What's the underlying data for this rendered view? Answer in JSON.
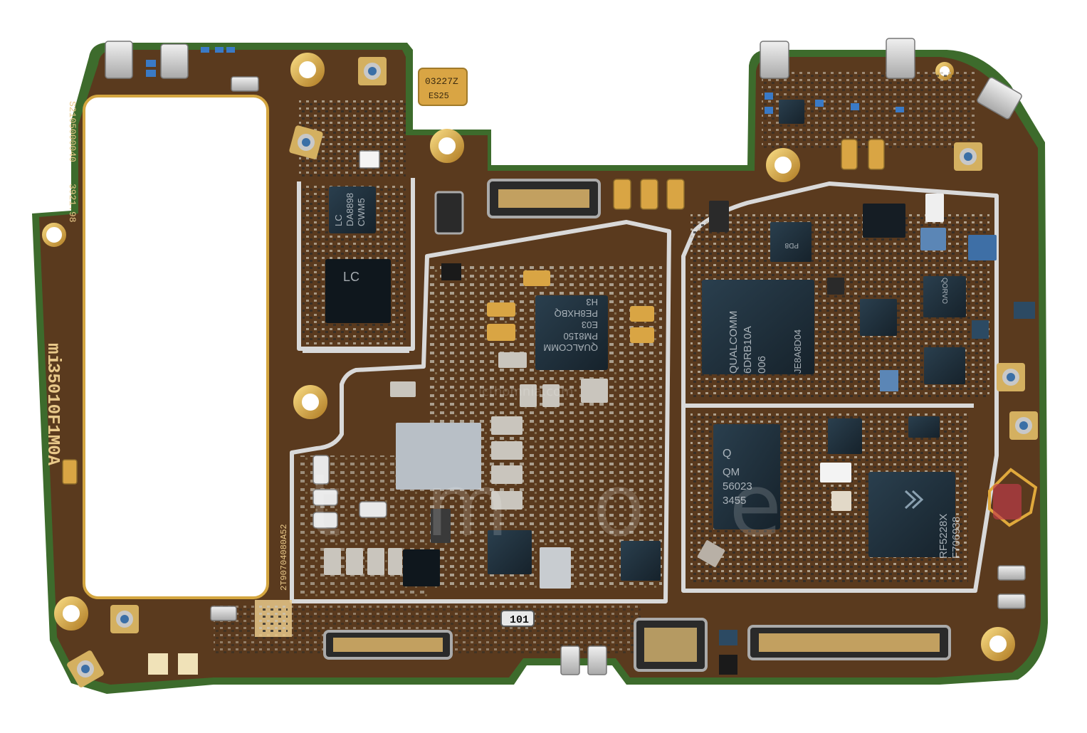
{
  "colors": {
    "board": "#5a3a1e",
    "board_edge": "#3d6b2c",
    "shield": "#d9d9d9",
    "chip": "#1f2f3b",
    "gold": "#d4a640",
    "silk": "#e9c98a"
  },
  "silkscreen": {
    "brand": "mi",
    "model_code": "35010F1M0A",
    "serial_left": "S2105000040",
    "date_code": "3921.98",
    "lot_code": "2T90704080A52",
    "resistor_mark": "101",
    "crystal_mark": "03227Z",
    "crystal_sub": "ES25"
  },
  "chips": {
    "soc": {
      "lines": [
        "QUALCOMM",
        "PM8150",
        "E03",
        "PE8HXBQ",
        "H3"
      ]
    },
    "modem": {
      "lines": [
        "QUALCOMM",
        "6DRB10A",
        "JE8A8D04",
        "006"
      ]
    },
    "pmic": {
      "lines": [
        "Q",
        "QM",
        "56023",
        "3455"
      ]
    },
    "rf": {
      "lines": [
        "RF5228X",
        "F706938"
      ]
    },
    "power_ic": {
      "lines": [
        "LC",
        "DA8898",
        "CWM5"
      ]
    },
    "audio": {
      "lines": [
        "LC"
      ]
    },
    "small_a": {
      "lines": [
        "QORVO"
      ]
    },
    "small_b": {
      "lines": [
        "PD8"
      ]
    }
  },
  "watermark": {
    "site": "icthomnia.com",
    "logo": "ic t m  o  e"
  }
}
